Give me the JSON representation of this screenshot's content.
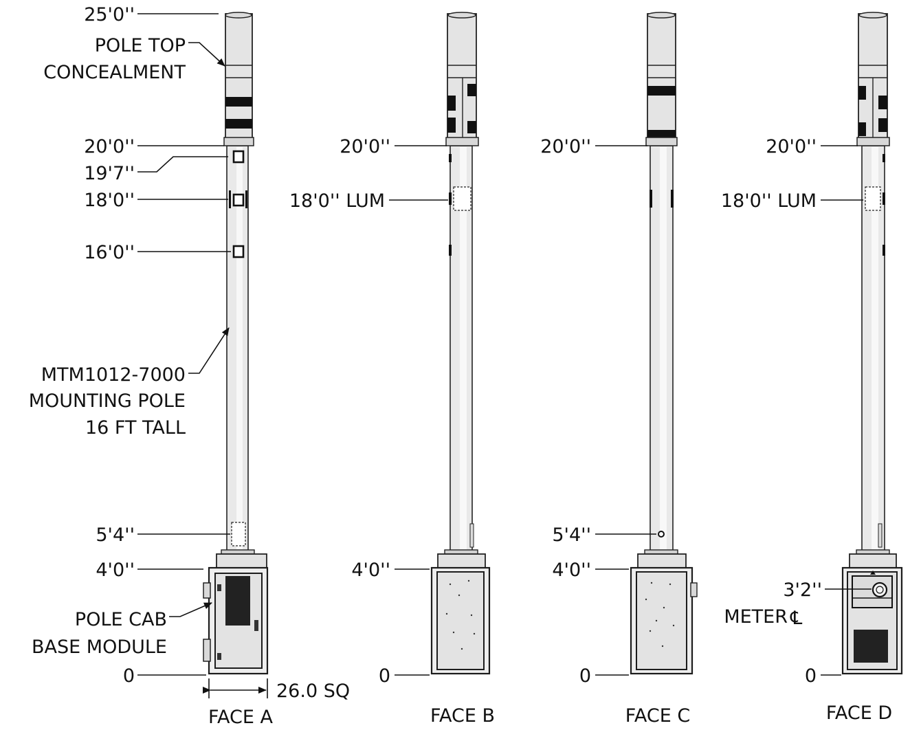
{
  "faces": [
    {
      "id": "a",
      "label": "FACE A",
      "heights": {
        "top": "25'0''",
        "concealment_base": "20'0''",
        "upper_port": "19'7''",
        "port_18": "18'0''",
        "port_16": "16'0''",
        "access_door": "5'4''",
        "cabinet_top": "4'0''",
        "grade": "0"
      },
      "callouts": {
        "concealment": [
          "POLE TOP",
          "CONCEALMENT"
        ],
        "pole": [
          "MTM1012-7000",
          "MOUNTING POLE",
          "16 FT TALL"
        ],
        "cabinet": [
          "POLE CAB",
          "BASE MODULE"
        ]
      },
      "dimension": "26.0 SQ"
    },
    {
      "id": "b",
      "label": "FACE B",
      "heights": {
        "concealment_base": "20'0''",
        "luminaire": "18'0'' LUM",
        "cabinet_top": "4'0''",
        "grade": "0"
      }
    },
    {
      "id": "c",
      "label": "FACE C",
      "heights": {
        "concealment_base": "20'0''",
        "access_door": "5'4''",
        "cabinet_top": "4'0''",
        "grade": "0"
      }
    },
    {
      "id": "d",
      "label": "FACE D",
      "heights": {
        "concealment_base": "20'0''",
        "luminaire": "18'0'' LUM",
        "meter": "3'2''",
        "grade": "0"
      },
      "meter_note": "METER",
      "centerline_symbol": "℄"
    }
  ]
}
